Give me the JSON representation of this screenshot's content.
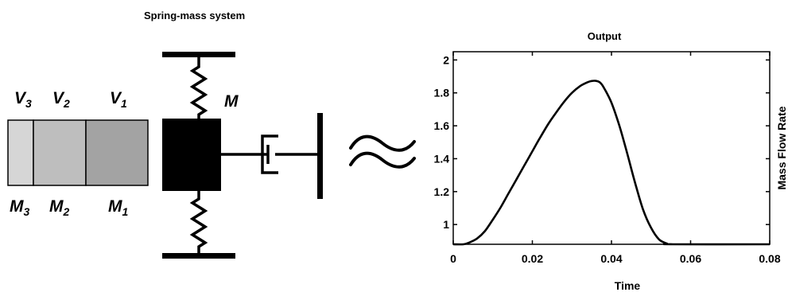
{
  "diagram": {
    "title": "Spring-mass system",
    "volume_labels": [
      {
        "base": "V",
        "sub": "3"
      },
      {
        "base": "V",
        "sub": "2"
      },
      {
        "base": "V",
        "sub": "1"
      }
    ],
    "mass_labels": [
      {
        "base": "M",
        "sub": "3"
      },
      {
        "base": "M",
        "sub": "2"
      },
      {
        "base": "M",
        "sub": "1"
      }
    ],
    "mass_label": "M",
    "approx_symbol": "≈",
    "colors": {
      "segment_1": "#a3a3a3",
      "segment_2": "#bebebe",
      "segment_3": "#d6d6d6",
      "ink": "#000000"
    }
  },
  "chart_data": {
    "type": "line",
    "title": "Output",
    "xlabel": "Time",
    "ylabel": "Mass Flow Rate",
    "xlim": [
      0,
      0.08
    ],
    "ylim": [
      0.88,
      2.05
    ],
    "xticks": [
      0,
      0.02,
      0.04,
      0.06,
      0.08
    ],
    "xtick_labels": [
      "0",
      "0.02",
      "0.04",
      "0.06",
      "0.08"
    ],
    "yticks": [
      1,
      1.2,
      1.4,
      1.6,
      1.8,
      2
    ],
    "ytick_labels": [
      "1",
      "1.2",
      "1.4",
      "1.6",
      "1.8",
      "2"
    ],
    "grid": false,
    "series": [
      {
        "x": [
          0,
          0.0026,
          0.004,
          0.006,
          0.008,
          0.01,
          0.012,
          0.014,
          0.016,
          0.018,
          0.02,
          0.022,
          0.024,
          0.026,
          0.028,
          0.03,
          0.032,
          0.034,
          0.035,
          0.036,
          0.037,
          0.038,
          0.04,
          0.042,
          0.044,
          0.046,
          0.048,
          0.05,
          0.052,
          0.054,
          0.0555,
          0.08
        ],
        "y": [
          0.88,
          0.88,
          0.89,
          0.915,
          0.96,
          1.03,
          1.105,
          1.19,
          1.275,
          1.36,
          1.445,
          1.53,
          1.61,
          1.68,
          1.745,
          1.8,
          1.84,
          1.865,
          1.872,
          1.873,
          1.865,
          1.835,
          1.74,
          1.6,
          1.43,
          1.25,
          1.09,
          0.98,
          0.91,
          0.885,
          0.88,
          0.88
        ]
      }
    ]
  }
}
